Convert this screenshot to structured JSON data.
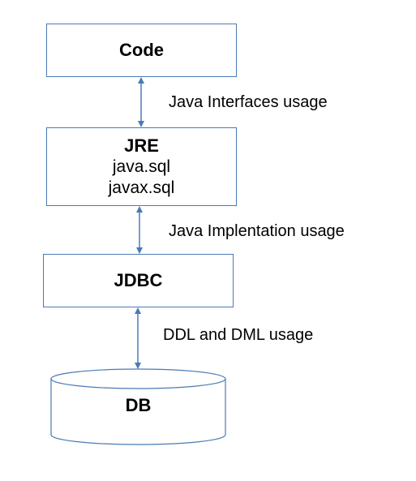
{
  "boxes": {
    "code": {
      "title": "Code"
    },
    "jre": {
      "title": "JRE",
      "lines": [
        "java.sql",
        "javax.sql"
      ]
    },
    "jdbc": {
      "title": "JDBC"
    },
    "db": {
      "title": "DB"
    }
  },
  "edges": {
    "code_jre": "Java Interfaces usage",
    "jre_jdbc": "Java Implentation usage",
    "jdbc_db": "DDL and DML usage"
  },
  "colors": {
    "border": "#4a7ab5",
    "arrow": "#4a7ab5",
    "text": "#000000"
  }
}
